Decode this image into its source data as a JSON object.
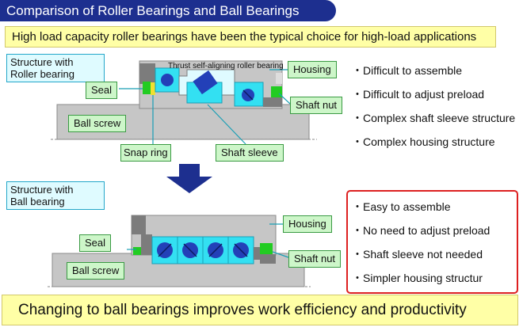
{
  "header": {
    "title": "Comparison of Roller Bearings and Ball Bearings"
  },
  "highlight": "High load capacity roller bearings have been the typical choice for high-load applications",
  "roller": {
    "section_label": [
      "Structure with",
      "Roller bearing"
    ],
    "bearing_note": "Thrust self-aligning roller bearing",
    "labels": {
      "housing": "Housing",
      "seal": "Seal",
      "shaft_nut": "Shaft nut",
      "ball_screw": "Ball screw",
      "snap_ring": "Snap ring",
      "shaft_sleeve": "Shaft sleeve"
    },
    "drawbacks": [
      "Difficult to assemble",
      "Difficult to adjust preload",
      "Complex shaft sleeve structure",
      "Complex housing structure"
    ]
  },
  "ball": {
    "section_label": [
      "Structure with",
      "Ball bearing"
    ],
    "labels": {
      "housing": "Housing",
      "seal": "Seal",
      "shaft_nut": "Shaft nut",
      "ball_screw": "Ball screw"
    },
    "benefits": [
      "Easy to assemble",
      "No need to adjust preload",
      "Shaft sleeve not needed",
      "Simpler housing structur"
    ]
  },
  "bullet": "・",
  "conclusion": "Changing to ball bearings improves work efficiency and productivity",
  "colors": {
    "title_bg": "#1d2f8f",
    "highlight_bg": "#ffffa6",
    "label_blue_bg": "#dffbff",
    "label_green_bg": "#cdf6c9",
    "bearing_cyan": "#33e0f2",
    "gray": "#c6c6c6",
    "dark_gray": "#7c7c7c",
    "seal_green": "#22cc22",
    "ball_blue": "#2340b8",
    "red_border": "#dd2020"
  }
}
